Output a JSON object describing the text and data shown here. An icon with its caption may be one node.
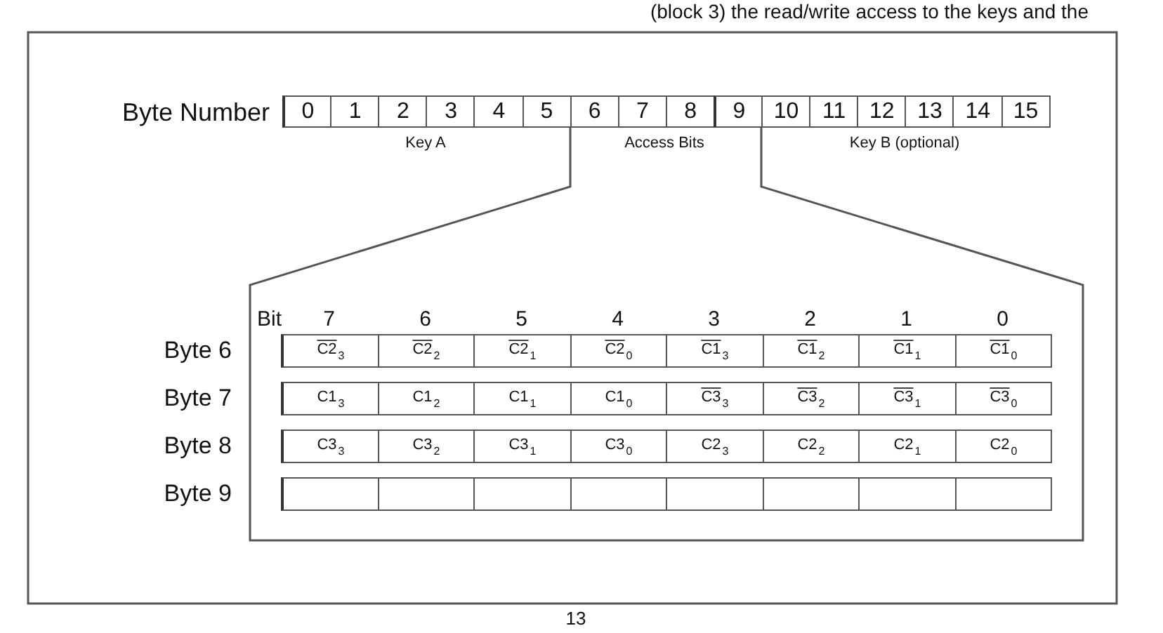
{
  "diagram": {
    "labels": [
      "(block 3) the read/write access to the keys and the",
      "Byte Number",
      "0",
      "1",
      "2",
      "3",
      "4",
      "5",
      "6",
      "7",
      "8",
      "9",
      "10",
      "11",
      "12",
      "13",
      "14",
      "15",
      "Key A",
      "Access Bits",
      "Key B (optional)",
      "Bit",
      "7",
      "6",
      "5",
      "4",
      "3",
      "2",
      "1",
      "0",
      "Byte 6",
      "C2$_{3}$",
      "C2$_{2}$",
      "C2$_{1}$",
      "C2$_{0}$",
      "C1$_{3}$",
      "C1$_{2}$",
      "C1$_{1}$",
      "C1$_{0}$",
      "Byte 7",
      "C1$_{3}$",
      "C1$_{2}$",
      "C1$_{1}$",
      "C1$_{0}$",
      "C3$_{3}$",
      "C3$_{2}$",
      "C3$_{1}$",
      "C3$_{0}$",
      "Byte 8",
      "C3$_{3}$",
      "C3$_{2}$",
      "C3$_{1}$",
      "C3$_{0}$",
      "C2$_{3}$",
      "C2$_{2}$",
      "C2$_{1}$",
      "C2$_{0}$",
      "Byte 9",
      "13"
    ]
  }
}
